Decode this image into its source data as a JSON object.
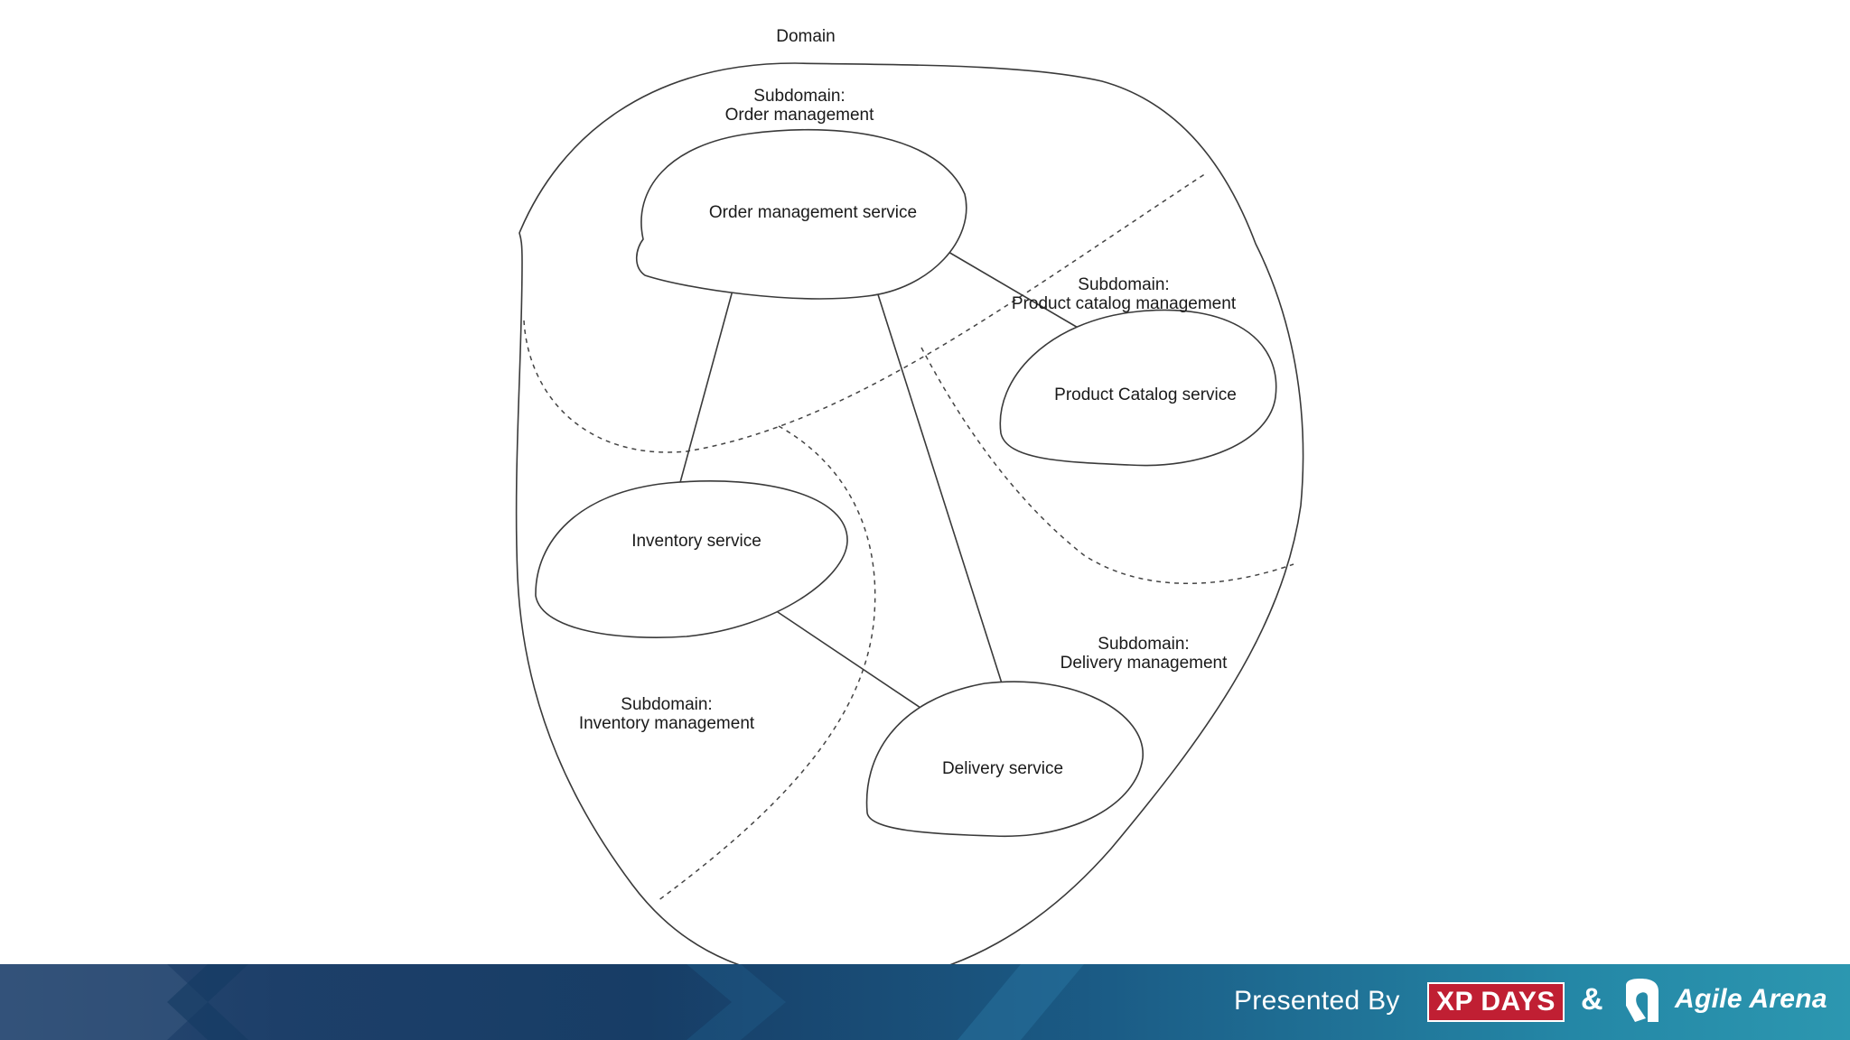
{
  "diagram": {
    "domain_label": "Domain",
    "subdomains": {
      "order": {
        "line1": "Subdomain:",
        "line2": "Order management"
      },
      "catalog": {
        "line1": "Subdomain:",
        "line2": "Product catalog management"
      },
      "delivery": {
        "line1": "Subdomain:",
        "line2": "Delivery management"
      },
      "inventory": {
        "line1": "Subdomain:",
        "line2": "Inventory management"
      }
    },
    "services": {
      "order": "Order management service",
      "catalog": "Product Catalog service",
      "inventory": "Inventory service",
      "delivery": "Delivery service"
    }
  },
  "footer": {
    "presented_by": "Presented By",
    "xp_days": "XP DAYS",
    "ampersand": "&",
    "agile_arena": "Agile Arena",
    "colors": {
      "xp_red": "#c01f33",
      "bar_dark": "#173d66",
      "bar_light": "#2c97b0"
    }
  }
}
